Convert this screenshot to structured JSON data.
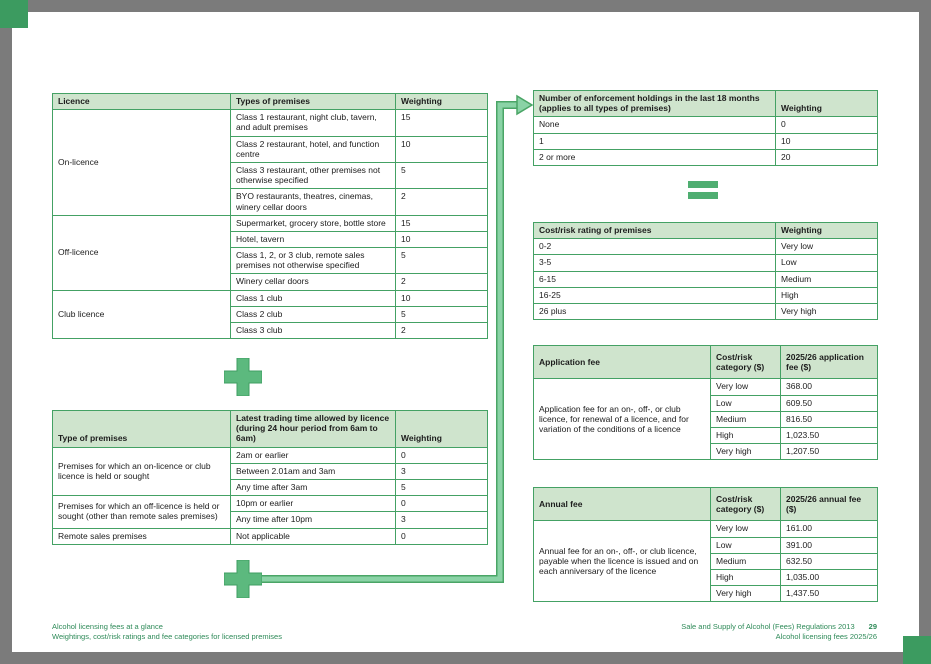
{
  "colors": {
    "background_gray": "#7b7b7b",
    "page_white": "#ffffff",
    "table_header_green": "#cfe4cd",
    "table_border_green": "#44a164",
    "shape_green": "#5cb97e",
    "arrow_green": "#8ad3a6",
    "footer_green": "#2e8a58"
  },
  "licence_weighting_table": {
    "col_headers": [
      "Licence",
      "Types of premises",
      "Weighting"
    ],
    "groups": [
      {
        "licence": "On-licence",
        "rows": [
          {
            "premises": "Class 1 restaurant, night club, tavern, and adult premises",
            "weighting": "15"
          },
          {
            "premises": "Class 2 restaurant, hotel, and function centre",
            "weighting": "10"
          },
          {
            "premises": "Class 3 restaurant, other premises not otherwise specified",
            "weighting": "5"
          },
          {
            "premises": "BYO restaurants, theatres, cinemas, winery cellar doors",
            "weighting": "2"
          }
        ]
      },
      {
        "licence": "Off-licence",
        "rows": [
          {
            "premises": "Supermarket, grocery store, bottle store",
            "weighting": "15"
          },
          {
            "premises": "Hotel, tavern",
            "weighting": "10"
          },
          {
            "premises": "Class 1, 2, or 3 club, remote sales premises not otherwise specified",
            "weighting": "5"
          },
          {
            "premises": "Winery cellar doors",
            "weighting": "2"
          }
        ]
      },
      {
        "licence": "Club licence",
        "rows": [
          {
            "premises": "Class 1 club",
            "weighting": "10"
          },
          {
            "premises": "Class 2 club",
            "weighting": "5"
          },
          {
            "premises": "Class 3 club",
            "weighting": "2"
          }
        ]
      }
    ]
  },
  "trading_time_table": {
    "col_headers": [
      "Type of premises",
      "Latest trading time allowed by licence (during 24 hour period from 6am to 6am)",
      "Weighting"
    ],
    "groups": [
      {
        "premises": "Premises for which an on-licence or club licence is held or sought",
        "rows": [
          {
            "time": "2am or earlier",
            "weighting": "0"
          },
          {
            "time": "Between 2.01am and 3am",
            "weighting": "3"
          },
          {
            "time": "Any time after 3am",
            "weighting": "5"
          }
        ]
      },
      {
        "premises": "Premises for which an off-licence is held or sought (other than remote sales premises)",
        "rows": [
          {
            "time": "10pm or earlier",
            "weighting": "0"
          },
          {
            "time": "Any time after 10pm",
            "weighting": "3"
          }
        ]
      },
      {
        "premises": "Remote sales premises",
        "rows": [
          {
            "time": "Not applicable",
            "weighting": "0"
          }
        ]
      }
    ]
  },
  "enforcement_table": {
    "col_headers": [
      "Number of enforcement holdings in the last 18 months (applies to all types of premises)",
      "Weighting"
    ],
    "rows": [
      {
        "label": "None",
        "weighting": "0"
      },
      {
        "label": "1",
        "weighting": "10"
      },
      {
        "label": "2 or more",
        "weighting": "20"
      }
    ]
  },
  "cost_risk_table": {
    "col_headers": [
      "Cost/risk rating of premises",
      "Weighting"
    ],
    "rows": [
      {
        "rating": "0-2",
        "category": "Very low"
      },
      {
        "rating": "3-5",
        "category": "Low"
      },
      {
        "rating": "6-15",
        "category": "Medium"
      },
      {
        "rating": "16-25",
        "category": "High"
      },
      {
        "rating": "26 plus",
        "category": "Very high"
      }
    ]
  },
  "application_fee_table": {
    "col_headers": [
      "Application fee",
      "Cost/risk category ($)",
      "2025/26 application fee ($)"
    ],
    "description": "Application fee for an on-, off-, or club licence, for renewal of a licence, and for variation of the conditions of a licence",
    "rows": [
      {
        "category": "Very low",
        "fee": "368.00"
      },
      {
        "category": "Low",
        "fee": "609.50"
      },
      {
        "category": "Medium",
        "fee": "816.50"
      },
      {
        "category": "High",
        "fee": "1,023.50"
      },
      {
        "category": "Very high",
        "fee": "1,207.50"
      }
    ]
  },
  "annual_fee_table": {
    "col_headers": [
      "Annual fee",
      "Cost/risk category ($)",
      "2025/26 annual fee ($)"
    ],
    "description": "Annual fee for an on-, off-, or club licence, payable when the licence is issued and on each anniversary of the licence",
    "rows": [
      {
        "category": "Very low",
        "fee": "161.00"
      },
      {
        "category": "Low",
        "fee": "391.00"
      },
      {
        "category": "Medium",
        "fee": "632.50"
      },
      {
        "category": "High",
        "fee": "1,035.00"
      },
      {
        "category": "Very high",
        "fee": "1,437.50"
      }
    ]
  },
  "footer": {
    "left_line1": "Alcohol licensing fees at a glance",
    "left_line2": "Weightings, cost/risk ratings and fee categories for licensed premises",
    "right_line1": "Sale and Supply of Alcohol (Fees) Regulations 2013",
    "right_line2": "Alcohol licensing fees 2025/26",
    "page_number": "29"
  }
}
